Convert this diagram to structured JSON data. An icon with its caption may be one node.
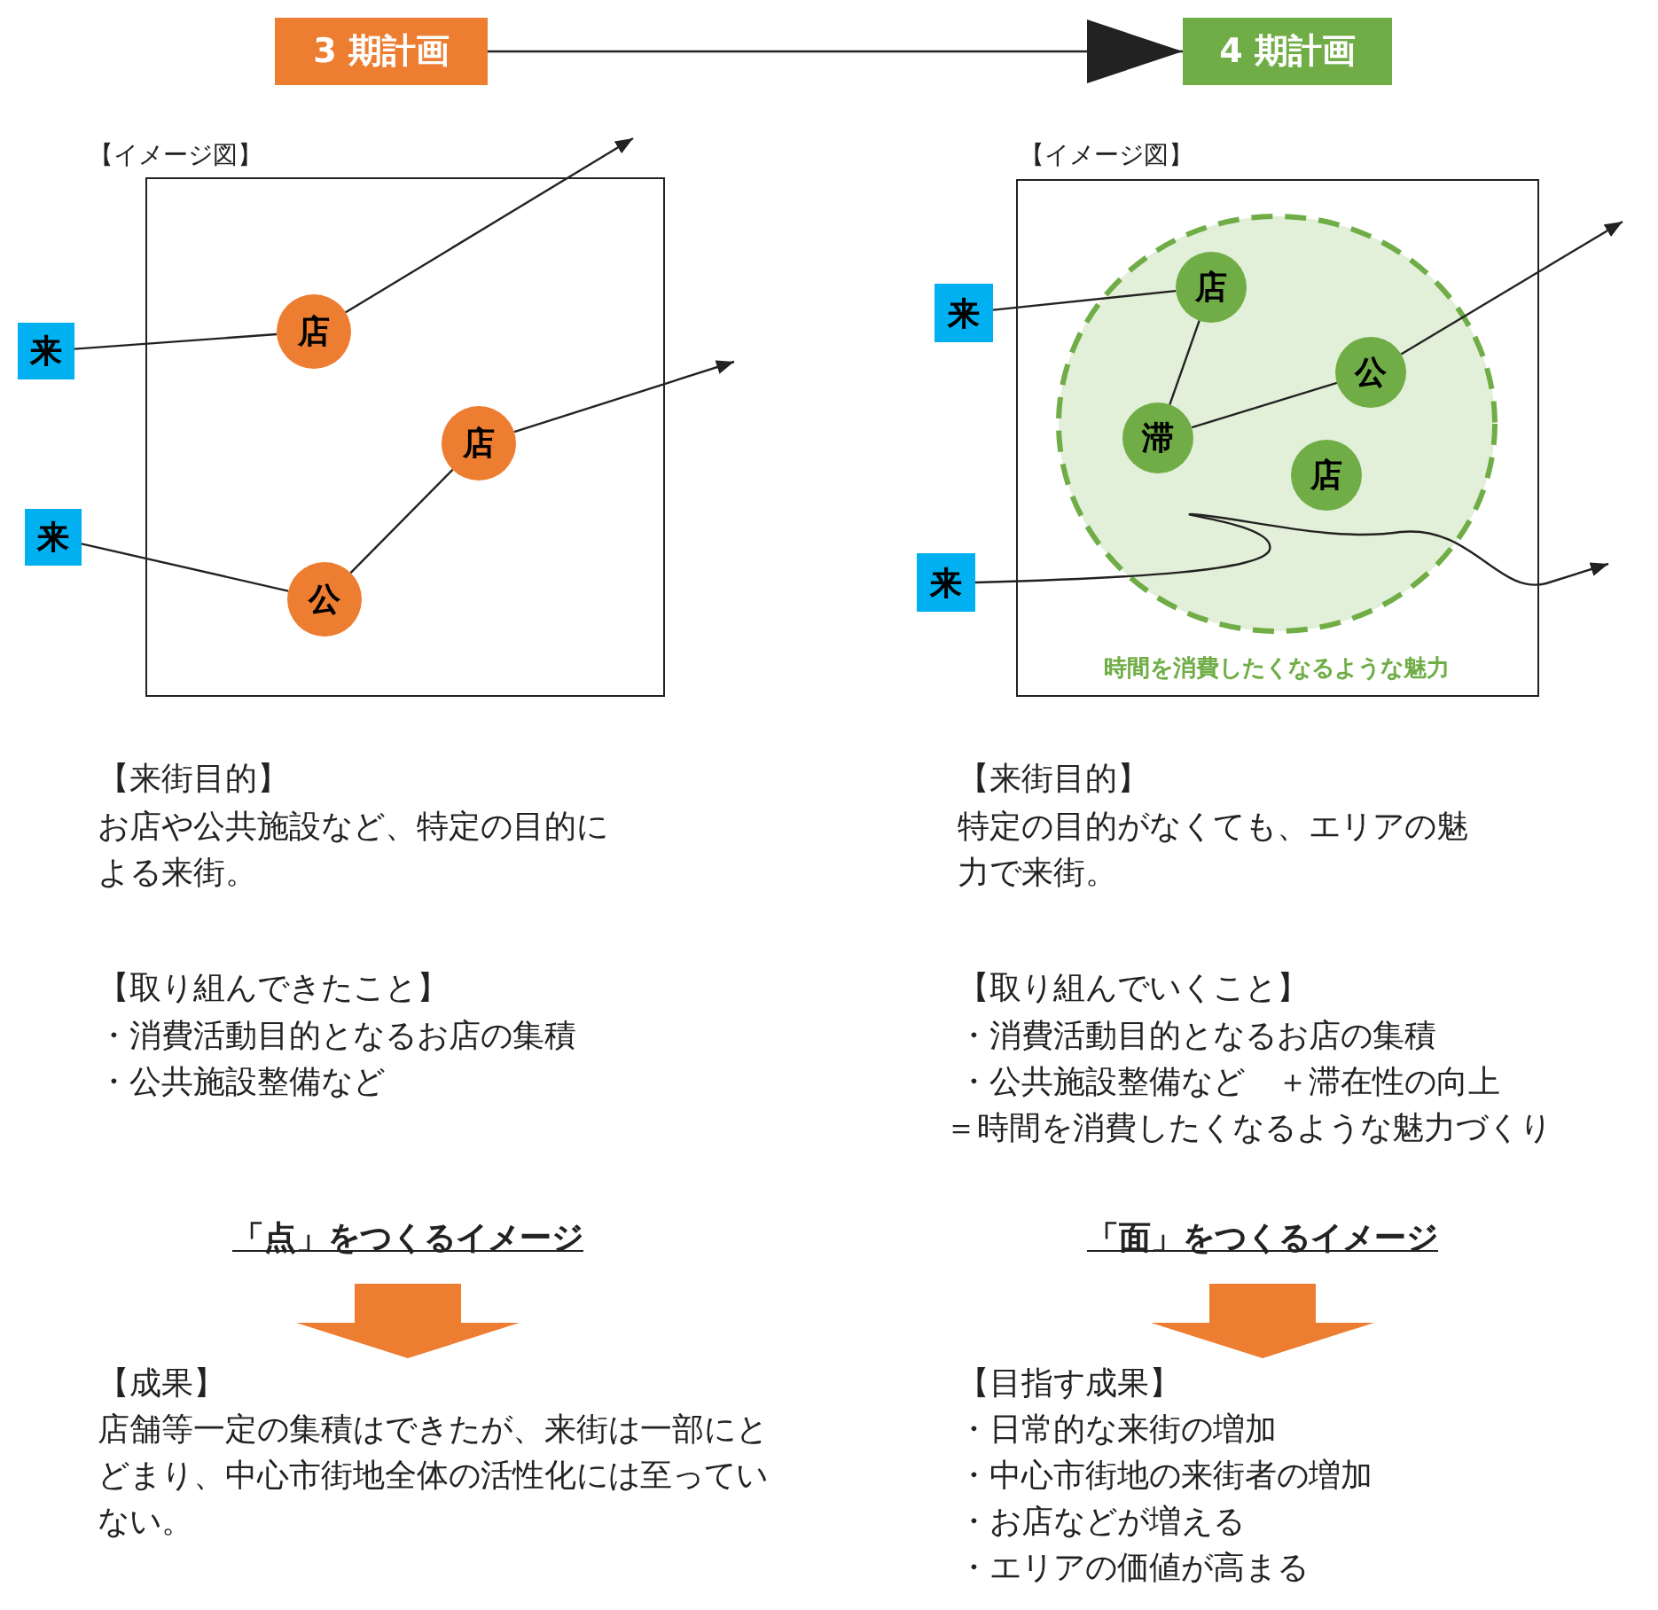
{
  "diagram": {
    "nodes": [
      {
        "text": [
          "3 期計画"
        ]
      },
      {
        "text": [
          "4 期計画"
        ]
      },
      {
        "text": [
          "【イメージ図】"
        ]
      },
      {
        "text": [
          "来"
        ]
      },
      {
        "text": [
          "店"
        ],
        "in": 2
      },
      {
        "text": [
          "店"
        ],
        "in": 2
      },
      {
        "text": [
          "来"
        ]
      },
      {
        "text": [
          "公"
        ],
        "in": 2
      },
      {
        "text": [
          "【イメージ図】"
        ]
      },
      {
        "text": [
          "時間を消費したくなるような魅力"
        ],
        "in": 8
      },
      {
        "text": [
          "来"
        ]
      },
      {
        "text": [
          "店"
        ],
        "in": 9
      },
      {
        "text": [
          "公"
        ],
        "in": 9
      },
      {
        "text": [
          "滞"
        ],
        "in": 9
      },
      {
        "text": [
          "店"
        ],
        "in": 9
      },
      {
        "text": [
          "来"
        ]
      },
      {
        "text": [
          "「点」をつくるイメージ"
        ]
      },
      {
        "text": [
          "【成果】",
          "店舗等一定の集積はできたが、来街は一部にとどまり、中心市街地全体の活性化には至っていない。"
        ]
      },
      {
        "text": [
          "「面」をつくるイメージ"
        ]
      },
      {
        "text": [
          "【目指す成果】",
          "・日常的な来街の増加",
          "・中心市街地の来街者の増加",
          "・お店などが増える",
          "・エリアの価値が高まる"
        ]
      }
    ],
    "edges": [
      {
        "from": 0,
        "to": 1,
        "arrow": "to"
      },
      {
        "from": 3,
        "to": 4,
        "arrow": "none"
      },
      {
        "from": 4,
        "to": null,
        "arrow": "to"
      },
      {
        "from": 6,
        "to": 7,
        "arrow": "none"
      },
      {
        "from": 7,
        "to": 5,
        "arrow": "none"
      },
      {
        "from": 5,
        "to": null,
        "arrow": "to"
      },
      {
        "from": 10,
        "to": 11,
        "arrow": "none"
      },
      {
        "from": 11,
        "to": 13,
        "arrow": "none"
      },
      {
        "from": 13,
        "to": 12,
        "arrow": "none"
      },
      {
        "from": 12,
        "to": null,
        "arrow": "to"
      },
      {
        "from": 15,
        "to": null,
        "arrow": "to"
      },
      {
        "from": 16,
        "to": 17,
        "arrow": "to",
        "style": "thick",
        "color": "#ed7d31"
      },
      {
        "from": 18,
        "to": 19,
        "arrow": "to",
        "style": "thick",
        "color": "#ed7d31"
      }
    ],
    "labels": [
      "【来街目的】",
      "お店や公共施設など、特定の目的による来街。",
      "【取り組んできたこと】",
      "・消費活動目的となるお店の集積",
      "・公共施設整備など",
      "【来街目的】",
      "特定の目的がなくても、エリアの魅力で来街。",
      "【取り組んでいくこと】",
      "・消費活動目的となるお店の集積",
      "・公共施設整備など　＋滞在性の向上",
      "＝時間を消費したくなるような魅力づくり"
    ]
  }
}
